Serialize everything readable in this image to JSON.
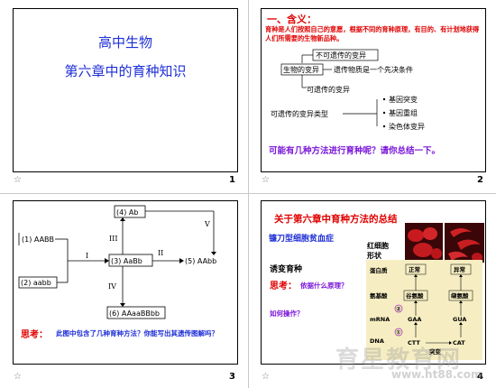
{
  "slides": [
    {
      "number": "1",
      "star": "☆",
      "title_line1": "高中生物",
      "title_line2": "第六章中的育种知识",
      "title_color": "#1f2fd6"
    },
    {
      "number": "2",
      "star": "☆",
      "heading": "一、含义：",
      "body": "育种是人们按照自己的意愿，根据不同的育种原理，有目的、有计划地获得人们所需要的生物新品种。",
      "diagram": {
        "non_heritable": "不可遗传的变异",
        "main_left": "生物的变异",
        "main_right": "遗传物质是一个先决条件",
        "heritable": "可遗传的变异",
        "heritable_types": "可遗传的变异类型",
        "types": [
          "基因突变",
          "基因重组",
          "染色体变异"
        ]
      },
      "question": "可能有几种方法进行育种呢？请你总结一下。",
      "colors": {
        "heading": "#e00000",
        "question": "#7a16d8"
      }
    },
    {
      "number": "3",
      "star": "☆",
      "nodes": {
        "n1": "(1) AABB",
        "n2": "(2) aabb",
        "n3": "(3) AaBb",
        "n4": "(4) Ab",
        "n5": "(5) AAbb",
        "n6": "(6) AAaaBBbb"
      },
      "routes": {
        "I": "I",
        "II": "II",
        "III": "III",
        "IV": "IV",
        "V": "V"
      },
      "think_label": "思考：",
      "think_text": "此图中包含了几种育种方法？你能写出其遗传图解吗？"
    },
    {
      "number": "4",
      "star": "☆",
      "title": "关于第六章中育种方法的总结",
      "sickle": "镰刀型细胞贫血症",
      "rbc_label1": "红细胞",
      "rbc_label2": "形状",
      "breeding": "诱变育种",
      "think_label": "思考：",
      "q1": "依据什么原理？",
      "q2": "如何操作？",
      "panel": {
        "rows": [
          "蛋白质",
          "氨基酸",
          "mRNA",
          "DNA"
        ],
        "normal": [
          "正常",
          "谷氨酸",
          "GAA",
          "CTT"
        ],
        "abnormal": [
          "异常",
          "缬氨酸",
          "GUA",
          "CAT"
        ],
        "mutation": "突变",
        "c1": "①",
        "c2": "②"
      }
    }
  ],
  "watermark": {
    "name": "育星教育网",
    "url": "www.ht88.com"
  }
}
